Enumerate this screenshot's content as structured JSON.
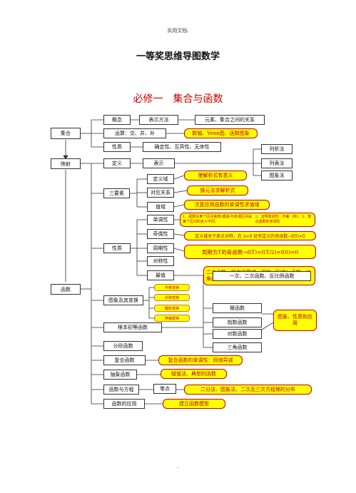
{
  "header": "实用文档.",
  "title": "一等奖思维导图数学",
  "subtitle": "必修一　集合与函数",
  "footer": ".",
  "colors": {
    "callout_fill": "#ffff00",
    "callout_border": "#cc0000",
    "callout_text": "#b00000",
    "subtitle": "#d00000"
  },
  "nodes": {
    "jihe": "集合",
    "gainian": "概念",
    "biaoshi": "表示方法",
    "yuansu": "元素、集合之间的关系",
    "yunsuan": "运算：交、并、补",
    "shuzhou": "数轴、Venn图、函数图象",
    "xingzhi1": "性质",
    "queding": "确定性、互异性、无序性",
    "liexi": "列析法",
    "liebiao": "列表法",
    "tuxiang": "图象法",
    "yingshe": "映射",
    "dingyi": "定义",
    "biaoshi2": "表示",
    "dingyiyu": "定义域",
    "sanyaosu": "三要素",
    "duiying": "对应关系",
    "zhiyu": "值域",
    "shijiexi": "使解析式有意义",
    "huanyuan": "换元法求解析式",
    "zhuyi": "注意应用函数的单调性求值域",
    "danidiao": "单调性",
    "danidiao_note1": "1、函数在某个区间递增(或减)与单调区间是某个区间的含义不同;",
    "danidiao_note2": "2、证明单调性：作差（商）。3、复合函数的单调性",
    "jiou": "奇偶性",
    "jiou_note": "定义域关于原点对称，在 x=0 处有定义的奇函数→f(0)=0",
    "xingzhi2": "性质",
    "zhouqi": "周期性",
    "zhouqi_note": "周期为T的奇函数→f(T)=f(T/2)=f(0)=0",
    "duichen": "对称性",
    "zuizhi": "最值",
    "zuizhi_note": "二次函数、根本不等式、双钩（耐克）函数、三角函数有界性、数形结合、导数.",
    "hanshu": "函数",
    "bianhuan": "图象及其变换",
    "pingyi": "平移变换",
    "duichenbh": "对称变换",
    "fanzhe": "翻折变换",
    "shensuo": "伸缩变换",
    "yici": "一次、二次函数、反比例函数",
    "mi": "幂函数",
    "zhishu": "指数函数",
    "duishu": "对数函数",
    "sanjiao": "三角函数",
    "tuxiang_xingzhi": "图象、性质和应用",
    "genben": "根本初等函数",
    "fenduan": "分段函数",
    "fuhe": "复合函数",
    "fuhe_note": "复合函数的单调性：同增异减",
    "chouxiang": "抽象函数",
    "fuzhi": "赋值法、典型的函数",
    "fangcheng": "函数与方程",
    "lingdian": "零点",
    "erfen": "二分法、图象法、二次及三次方程根的分布",
    "yingyong": "函数的应用",
    "moxing": "建立函数模型"
  }
}
